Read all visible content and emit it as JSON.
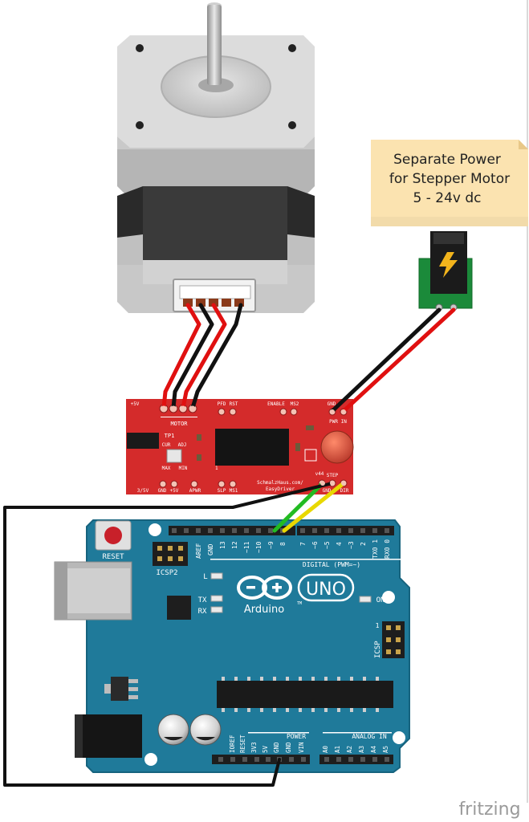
{
  "note": {
    "line1": "Separate Power",
    "line2": "for Stepper Motor",
    "line3": "5 - 24v dc"
  },
  "easydriver": {
    "plus5v": "+5V",
    "motor": "MOTOR",
    "pfd": "PFD",
    "rst": "RST",
    "enable": "ENABLE",
    "ms2": "MS2",
    "gnd": "GND",
    "pwr_in": "PWR IN",
    "tp1": "TP1",
    "cur": "CUR",
    "adj": "ADJ",
    "max": "MAX",
    "min": "MIN",
    "one": "1",
    "v44": "v44",
    "v35": "3/5V",
    "gnd2": "GND",
    "plus5v2": "+5V",
    "apwr": "APWR",
    "slp": "SLP",
    "ms1": "MS1",
    "url1": "SchmalzHaus.com/",
    "url2": "EasyDriver",
    "step": "STEP",
    "gnd3": "GND",
    "dir": "DIR"
  },
  "arduino": {
    "reset": "RESET",
    "icsp2": "ICSP2",
    "aref": "AREF",
    "gnd": "GND",
    "d13": "13",
    "d12": "12",
    "d11": "~11",
    "d10": "~10",
    "d9": "~9",
    "d8": "8",
    "d7": "7",
    "d6": "~6",
    "d5": "~5",
    "d4": "4",
    "d3": "~3",
    "d2": "2",
    "tx1": "TX0 1",
    "rx0": "RX0 0",
    "digital": "DIGITAL (PWM=~)",
    "l": "L",
    "tx": "TX",
    "rx": "RX",
    "brand": "Arduino",
    "tm": "TM",
    "uno": "UNO",
    "on": "ON",
    "icsp": "ICSP",
    "icsp_1": "1",
    "power": "POWER",
    "analog_in": "ANALOG IN",
    "ioref": "IOREF",
    "reset_pin": "RESET",
    "v33": "3V3",
    "v5": "5V",
    "gnd_a": "GND",
    "gnd_b": "GND",
    "vin": "VIN",
    "a0": "A0",
    "a1": "A1",
    "a2": "A2",
    "a3": "A3",
    "a4": "A4",
    "a5": "A5"
  },
  "footer": {
    "logo": "fritzing"
  },
  "colors": {
    "easydriver_red": "#d42b2b",
    "arduino_teal": "#1f7a9a",
    "wire_red": "#e01010",
    "wire_black": "#111111",
    "wire_green": "#22bb22",
    "wire_yellow": "#e8d800",
    "note_fill": "#fbe3b0"
  }
}
